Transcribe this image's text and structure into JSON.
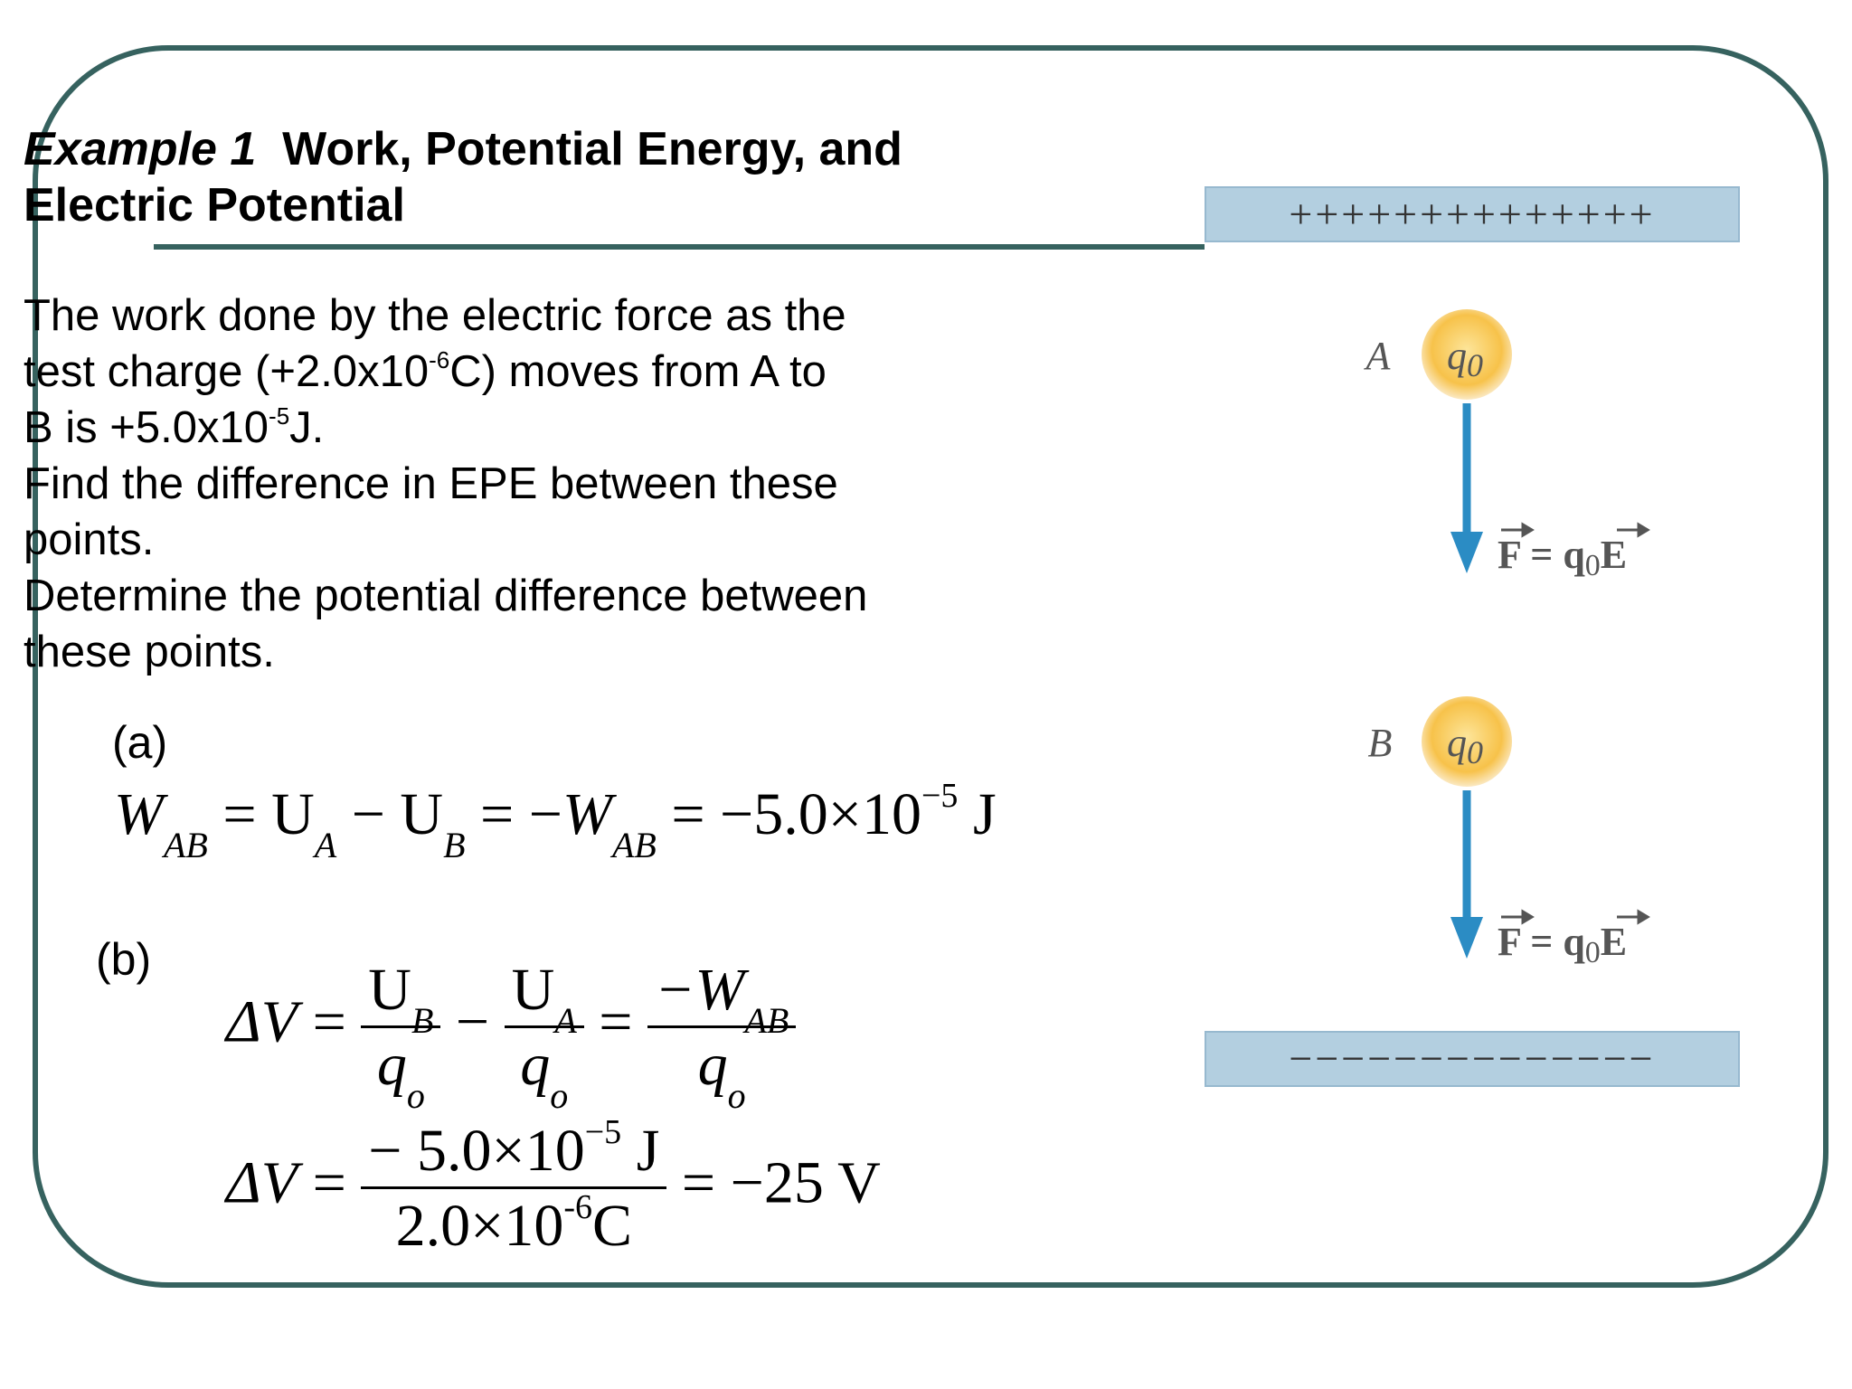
{
  "title": {
    "italic": "Example 1",
    "bold_line1": "Work, Potential Energy, and",
    "bold_line2": "Electric Potential"
  },
  "problem": {
    "line1": "The work done by the electric force as the",
    "line2_a": "test charge (+2.0x10",
    "line2_exp": "-6",
    "line2_b": "C) moves from A to",
    "line3_a": "B is +5.0x10",
    "line3_exp": "-5",
    "line3_b": "J.",
    "line4": "Find the difference in EPE between these",
    "line5": "points.",
    "line6": "Determine the potential difference between",
    "line7": "these points."
  },
  "parts": {
    "a": "(a)",
    "b": "(b)"
  },
  "eq_a": {
    "w": "W",
    "w_sub": "AB",
    "eq1": " = U",
    "ua_sub": "A",
    "minus": " − U",
    "ub_sub": "B",
    "eq2": "  = −",
    "w2": "W",
    "w2_sub": "AB",
    "rhs": " = −5.0×10",
    "rhs_exp": "−5",
    "unit": " J"
  },
  "eq_b1": {
    "lhs": "ΔV",
    "eq": " =",
    "u_b": "U",
    "u_b_sub": "B",
    "q1": "q",
    "q1_sub": "o",
    "minus": "−",
    "u_a": "U",
    "u_a_sub": "A",
    "q2": "q",
    "q2_sub": "o",
    "eq2": "=",
    "w": "−W",
    "w_sub": "AB",
    "q3": "q",
    "q3_sub": "o"
  },
  "eq_b2": {
    "lhs": "ΔV",
    "eq": " =",
    "num": "− 5.0×10",
    "num_exp": "−5",
    "num_unit": " J",
    "den": "2.0×10",
    "den_exp": "-6",
    "den_unit": "C",
    "result": " = −25 V"
  },
  "diagram": {
    "top_plate": "++++++++++++++",
    "bottom_plate": "−−−−−−−−−−−−−−",
    "point_a": "A",
    "point_b": "B",
    "charge": "q",
    "charge_sub": "0",
    "force_label": "F = q",
    "force_label_sub": "0",
    "force_label_end": "E",
    "colors": {
      "plate": "#b3cfe0",
      "arrow": "#2b8cc4",
      "charge": "#f7c24a",
      "frame": "#36625f"
    }
  }
}
